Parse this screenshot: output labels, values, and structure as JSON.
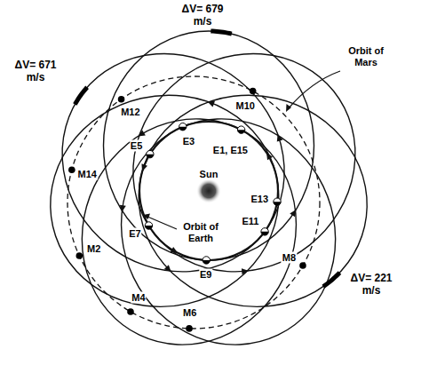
{
  "diagram": {
    "labels": [
      "ΔV= 679 m/s",
      "ΔV= 671 m/s",
      "Orbit of Mars",
      "M12",
      "M10",
      "E3",
      "E1, E15",
      "M14",
      "E5",
      "Sun",
      "E13",
      "ΔV= 221 m/s",
      "M2",
      "E7",
      "Orbit of Earth",
      "E11",
      "M8",
      "M4",
      "E9",
      "M6"
    ]
  }
}
